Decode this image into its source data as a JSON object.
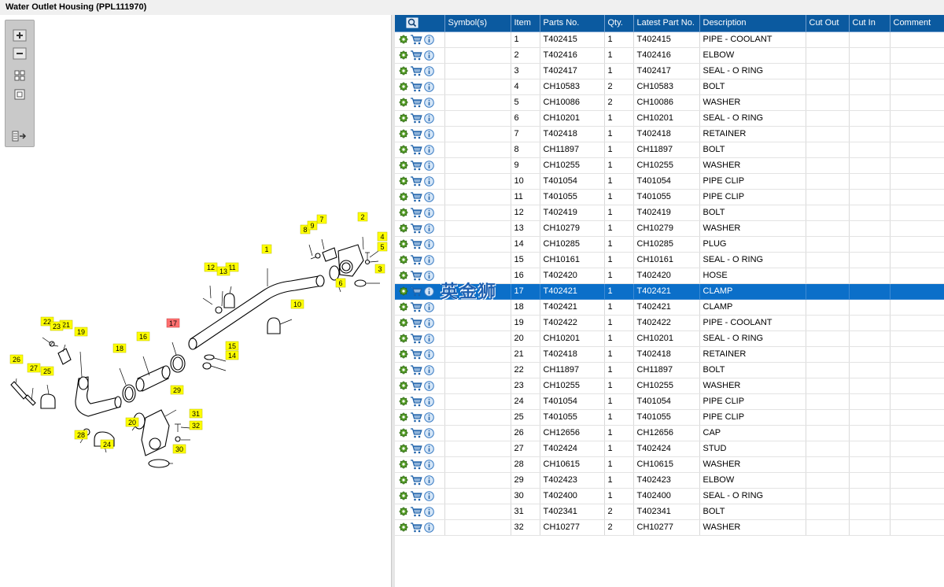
{
  "window": {
    "title": "Water Outlet Housing (PPL111970)"
  },
  "toolbar": {
    "buttons": [
      {
        "name": "zoom-in",
        "icon": "plus-icon"
      },
      {
        "name": "zoom-out",
        "icon": "minus-icon"
      },
      {
        "name": "fit-all",
        "icon": "grid-icon"
      },
      {
        "name": "actual-size",
        "icon": "square-icon"
      },
      {
        "name": "show-parts",
        "icon": "list-arrow-icon"
      }
    ]
  },
  "diagram": {
    "highlight_color": "#ff6f6f",
    "callout_color": "#ffff00",
    "callouts": [
      "1",
      "2",
      "3",
      "4",
      "5",
      "6",
      "7",
      "8",
      "9",
      "10",
      "11",
      "12",
      "13",
      "14",
      "15",
      "16",
      "17",
      "18",
      "19",
      "20",
      "21",
      "22",
      "23",
      "24",
      "25",
      "26",
      "27",
      "28",
      "29",
      "30",
      "31",
      "32"
    ],
    "highlighted": "17"
  },
  "table": {
    "columns": [
      "",
      "Symbol(s)",
      "Item",
      "Parts No.",
      "Qty.",
      "Latest Part No.",
      "Description",
      "Cut Out",
      "Cut In",
      "Comment"
    ],
    "header_color": "#0b5aa0",
    "selected_color": "#0b6fc9",
    "selected_item": "17",
    "rows": [
      {
        "item": "1",
        "part": "T402415",
        "qty": "1",
        "latest": "T402415",
        "desc": "PIPE - COOLANT"
      },
      {
        "item": "2",
        "part": "T402416",
        "qty": "1",
        "latest": "T402416",
        "desc": "ELBOW"
      },
      {
        "item": "3",
        "part": "T402417",
        "qty": "1",
        "latest": "T402417",
        "desc": "SEAL - O RING"
      },
      {
        "item": "4",
        "part": "CH10583",
        "qty": "2",
        "latest": "CH10583",
        "desc": "BOLT"
      },
      {
        "item": "5",
        "part": "CH10086",
        "qty": "2",
        "latest": "CH10086",
        "desc": "WASHER"
      },
      {
        "item": "6",
        "part": "CH10201",
        "qty": "1",
        "latest": "CH10201",
        "desc": "SEAL - O RING"
      },
      {
        "item": "7",
        "part": "T402418",
        "qty": "1",
        "latest": "T402418",
        "desc": "RETAINER"
      },
      {
        "item": "8",
        "part": "CH11897",
        "qty": "1",
        "latest": "CH11897",
        "desc": "BOLT"
      },
      {
        "item": "9",
        "part": "CH10255",
        "qty": "1",
        "latest": "CH10255",
        "desc": "WASHER"
      },
      {
        "item": "10",
        "part": "T401054",
        "qty": "1",
        "latest": "T401054",
        "desc": "PIPE CLIP"
      },
      {
        "item": "11",
        "part": "T401055",
        "qty": "1",
        "latest": "T401055",
        "desc": "PIPE CLIP"
      },
      {
        "item": "12",
        "part": "T402419",
        "qty": "1",
        "latest": "T402419",
        "desc": "BOLT"
      },
      {
        "item": "13",
        "part": "CH10279",
        "qty": "1",
        "latest": "CH10279",
        "desc": "WASHER"
      },
      {
        "item": "14",
        "part": "CH10285",
        "qty": "1",
        "latest": "CH10285",
        "desc": "PLUG"
      },
      {
        "item": "15",
        "part": "CH10161",
        "qty": "1",
        "latest": "CH10161",
        "desc": "SEAL - O RING"
      },
      {
        "item": "16",
        "part": "T402420",
        "qty": "1",
        "latest": "T402420",
        "desc": "HOSE"
      },
      {
        "item": "17",
        "part": "T402421",
        "qty": "1",
        "latest": "T402421",
        "desc": "CLAMP"
      },
      {
        "item": "18",
        "part": "T402421",
        "qty": "1",
        "latest": "T402421",
        "desc": "CLAMP"
      },
      {
        "item": "19",
        "part": "T402422",
        "qty": "1",
        "latest": "T402422",
        "desc": "PIPE - COOLANT"
      },
      {
        "item": "20",
        "part": "CH10201",
        "qty": "1",
        "latest": "CH10201",
        "desc": "SEAL - O RING"
      },
      {
        "item": "21",
        "part": "T402418",
        "qty": "1",
        "latest": "T402418",
        "desc": "RETAINER"
      },
      {
        "item": "22",
        "part": "CH11897",
        "qty": "1",
        "latest": "CH11897",
        "desc": "BOLT"
      },
      {
        "item": "23",
        "part": "CH10255",
        "qty": "1",
        "latest": "CH10255",
        "desc": "WASHER"
      },
      {
        "item": "24",
        "part": "T401054",
        "qty": "1",
        "latest": "T401054",
        "desc": "PIPE CLIP"
      },
      {
        "item": "25",
        "part": "T401055",
        "qty": "1",
        "latest": "T401055",
        "desc": "PIPE CLIP"
      },
      {
        "item": "26",
        "part": "CH12656",
        "qty": "1",
        "latest": "CH12656",
        "desc": "CAP"
      },
      {
        "item": "27",
        "part": "T402424",
        "qty": "1",
        "latest": "T402424",
        "desc": "STUD"
      },
      {
        "item": "28",
        "part": "CH10615",
        "qty": "1",
        "latest": "CH10615",
        "desc": "WASHER"
      },
      {
        "item": "29",
        "part": "T402423",
        "qty": "1",
        "latest": "T402423",
        "desc": "ELBOW"
      },
      {
        "item": "30",
        "part": "T402400",
        "qty": "1",
        "latest": "T402400",
        "desc": "SEAL - O RING"
      },
      {
        "item": "31",
        "part": "T402341",
        "qty": "2",
        "latest": "T402341",
        "desc": "BOLT"
      },
      {
        "item": "32",
        "part": "CH10277",
        "qty": "2",
        "latest": "CH10277",
        "desc": "WASHER"
      }
    ]
  },
  "watermark": {
    "text": "英金狮"
  }
}
